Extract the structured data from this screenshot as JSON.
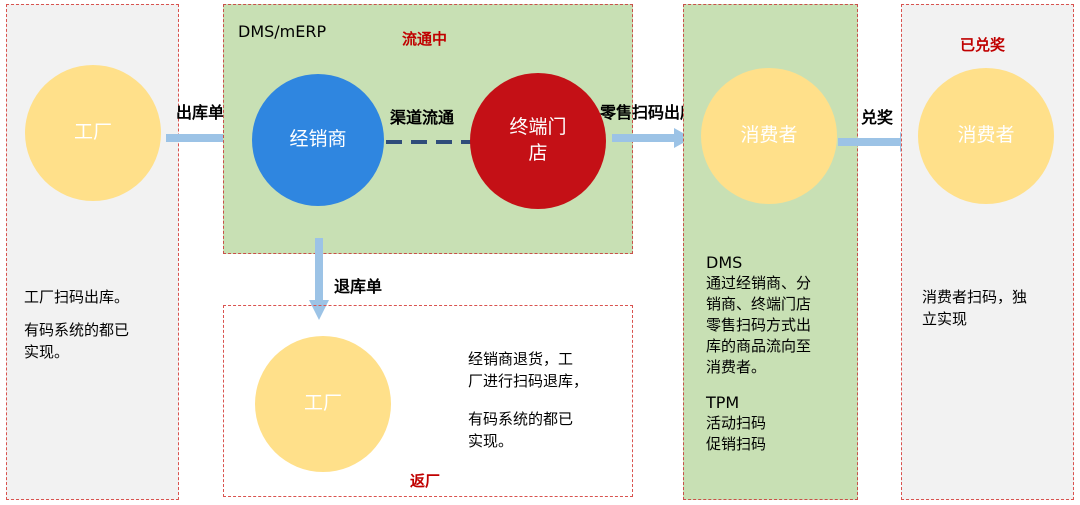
{
  "panels": {
    "factory_left": {
      "circle": "工厂",
      "text_lines": [
        "工厂扫码出库。",
        "",
        "有码系统的都已",
        "实现。"
      ]
    },
    "distribution": {
      "title": "DMS/mERP",
      "status": "流通中",
      "dealer": "经销商",
      "channel_label": "渠道流通",
      "terminal_line1": "终端门",
      "terminal_line2": "店"
    },
    "returns": {
      "circle": "工厂",
      "text_lines": [
        "经销商退货，工",
        "厂进行扫码退库，",
        "",
        "有码系统的都已",
        "实现。"
      ],
      "status": "返厂"
    },
    "consumer_mid": {
      "circle": "消费者",
      "text_lines": [
        "DMS",
        "通过经销商、分",
        "销商、终端门店",
        "零售扫码方式出",
        "库的商品流向至",
        "消费者。",
        "",
        "TPM",
        "活动扫码",
        "促销扫码"
      ]
    },
    "consumer_right": {
      "status": "已兑奖",
      "circle": "消费者",
      "text_lines": [
        "消费者扫码，独",
        "立实现"
      ]
    }
  },
  "arrows": {
    "outbound": "出库单",
    "return": "退库单",
    "retail_scan": "零售扫码出库",
    "redeem": "兑奖"
  },
  "colors": {
    "panel_border": "#d9534f",
    "panel_gray": "#f2f2f2",
    "panel_green": "#c8e0b4",
    "circle_yellow": "#ffe08a",
    "circle_blue": "#2f86e0",
    "circle_red": "#c41016",
    "status_red": "#c00000",
    "arrow_blue": "#9cc3e6"
  }
}
